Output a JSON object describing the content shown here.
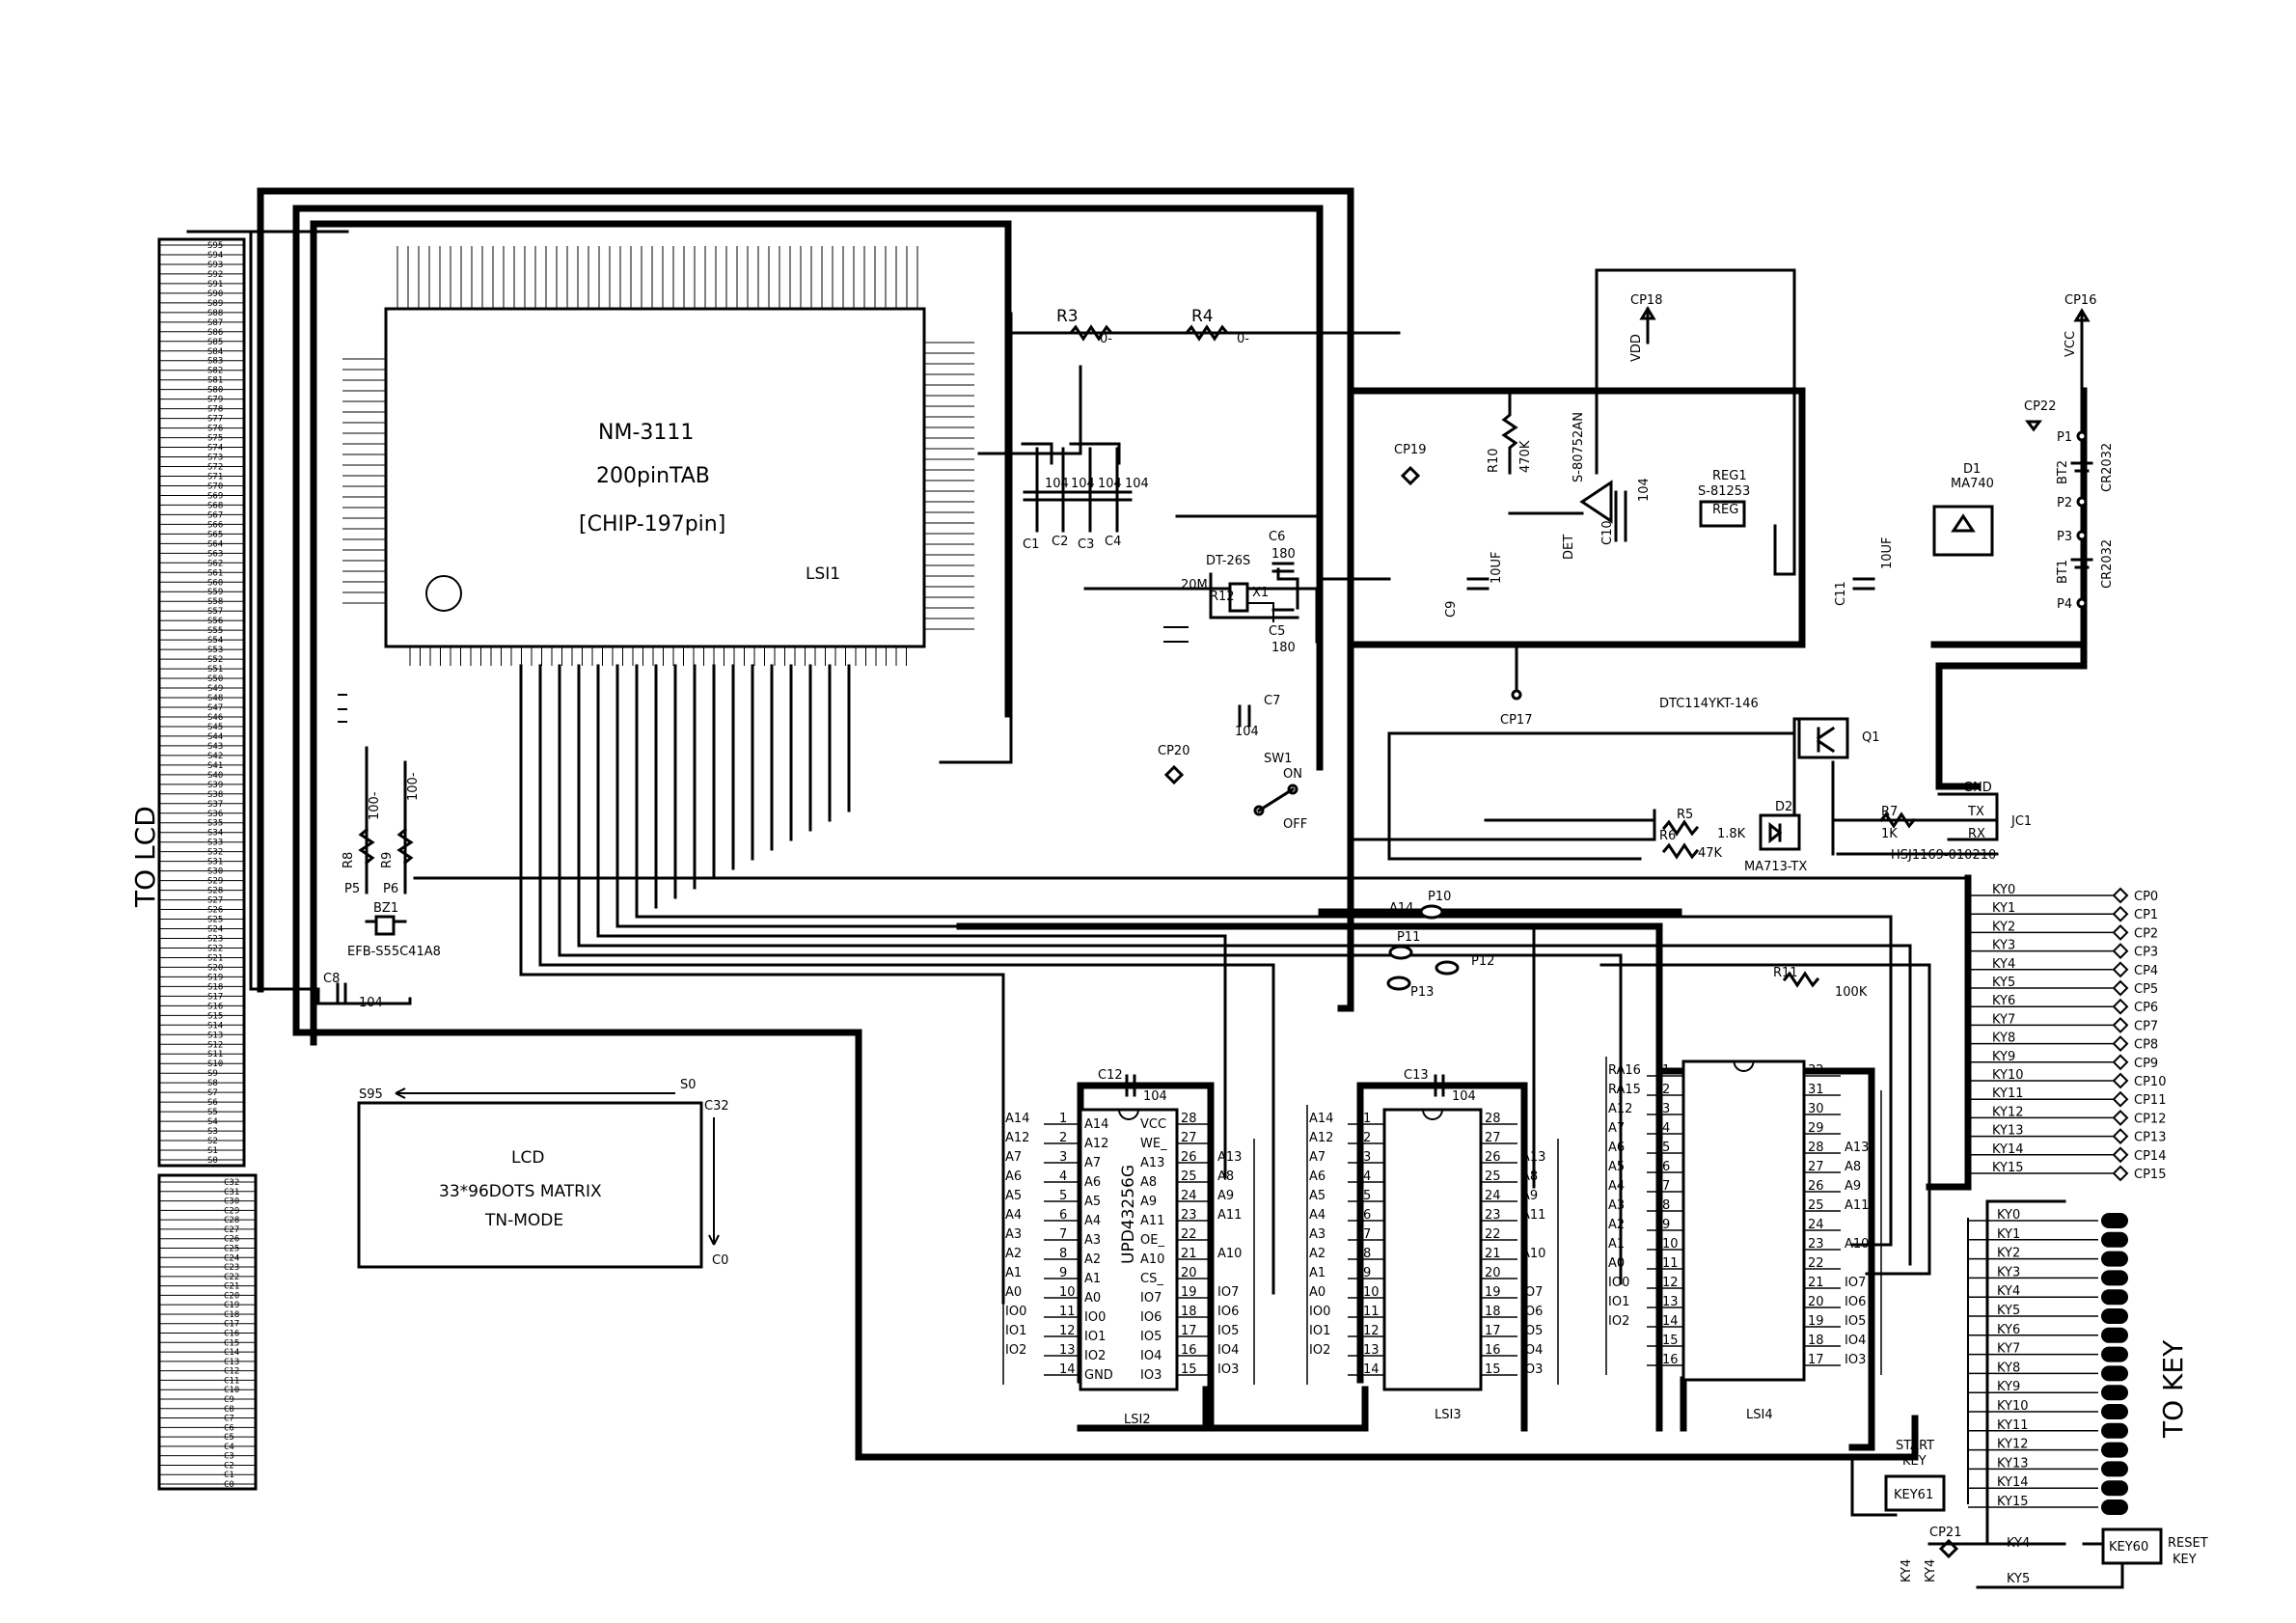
{
  "chip": {
    "name": "NM-3111",
    "package": "200pinTAB",
    "chip_pins": "[CHIP-197pin]",
    "ref": "LSI1"
  },
  "edge_labels": {
    "to_lcd": "TO LCD",
    "to_key": "TO KEY"
  },
  "lcd_box": {
    "line1": "LCD",
    "line2": "33*96DOTS MATRIX",
    "line3": "TN-MODE",
    "s95": "S95",
    "s0": "S0",
    "c32": "C32",
    "c0": "C0"
  },
  "components": {
    "r3": "R3",
    "r3_val": "0-",
    "r4": "R4",
    "r4_val": "0-",
    "c1": "C1",
    "c2": "C2",
    "c3": "C3",
    "c4": "C4",
    "c_val": "104",
    "c6": "C6",
    "c6_val": "180",
    "c5": "C5",
    "c5_val": "180",
    "dt": "DT-26S",
    "r12": "R12",
    "r12_val": "20M",
    "x1": "X1",
    "c7": "C7",
    "c7_val": "104",
    "cp19": "CP19",
    "cp18": "CP18",
    "vdd": "VDD",
    "cp16": "CP16",
    "vcc": "VCC",
    "cp22": "CP22",
    "cp17": "CP17",
    "cp20": "CP20",
    "cp21": "CP21",
    "r10": "R10",
    "r10_val": "470K",
    "det_part": "S-80752AN",
    "det": "DET",
    "c10": "C10",
    "c10_val": "104",
    "reg1": "REG1",
    "reg1_part": "S-81253",
    "reg_tag": "REG",
    "c9": "C9",
    "c9_val": "10UF",
    "c11": "C11",
    "c11_val": "10UF",
    "d1": "D1",
    "d1_part": "MA740",
    "bt1": "BT1",
    "bt2": "BT2",
    "cr2032": "CR2032",
    "p1": "P1",
    "p2": "P2",
    "p3": "P3",
    "p4": "P4",
    "q1_part": "DTC114YKT-146",
    "q1": "Q1",
    "sw1": "SW1",
    "on": "ON",
    "off": "OFF",
    "r5": "R5",
    "r5_val": "1.8K",
    "r6": "R6",
    "r6_val": "47K",
    "d2": "D2",
    "d2_part": "MA713-TX",
    "r7": "R7",
    "r7_val": "1K",
    "jc1": "JC1",
    "jc1_part": "HSJ1169-010210",
    "gnd": "GND",
    "tx": "TX",
    "rx": "RX",
    "r8": "R8",
    "r9": "R9",
    "r89_val": "100-",
    "p5": "P5",
    "p6": "P6",
    "bz1": "BZ1",
    "bz1_part": "EFB-S55C41A8",
    "c8": "C8",
    "c8_val": "104",
    "p10": "P10",
    "p11": "P11",
    "p12": "P12",
    "p13": "P13",
    "a14": "A14",
    "r11": "R11",
    "r11_val": "100K",
    "c12": "C12",
    "c12_val": "104",
    "c13": "C13",
    "c13_val": "104",
    "start_key_1": "START",
    "start_key_2": "KEY",
    "key61": "KEY61",
    "key60": "KEY60",
    "reset_key_1": "RESET",
    "reset_key_2": "KEY",
    "ky4": "KY4",
    "ky5": "KY5"
  },
  "memories": [
    {
      "ref": "LSI2",
      "part": "UPD43256G",
      "left_sig": [
        "A14",
        "A12",
        "A7",
        "A6",
        "A5",
        "A4",
        "A3",
        "A2",
        "A1",
        "A0",
        "IO0",
        "IO1",
        "IO2",
        "GND"
      ],
      "left_pin": [
        "1",
        "2",
        "3",
        "4",
        "5",
        "6",
        "7",
        "8",
        "9",
        "10",
        "11",
        "12",
        "13",
        "14"
      ],
      "right_sig": [
        "VCC",
        "WE_",
        "A13",
        "A8",
        "A9",
        "A11",
        "OE_",
        "A10",
        "CS_",
        "IO7",
        "IO6",
        "IO5",
        "IO4",
        "IO3"
      ],
      "right_pin": [
        "28",
        "27",
        "26",
        "25",
        "24",
        "23",
        "22",
        "21",
        "20",
        "19",
        "18",
        "17",
        "16",
        "15"
      ],
      "ext_left": [
        "A14",
        "A12",
        "A7",
        "A6",
        "A5",
        "A4",
        "A3",
        "A2",
        "A1",
        "A0",
        "IO0",
        "IO1",
        "IO2",
        ""
      ],
      "ext_right": [
        "",
        "",
        "A13",
        "A8",
        "A9",
        "A11",
        "",
        "A10",
        "",
        "IO7",
        "IO6",
        "IO5",
        "IO4",
        "IO3"
      ]
    },
    {
      "ref": "LSI3",
      "part": "",
      "left_sig": [
        "",
        "",
        "",
        "",
        "",
        "",
        "",
        "",
        "",
        "",
        "",
        "",
        "",
        ""
      ],
      "left_pin": [
        "1",
        "2",
        "3",
        "4",
        "5",
        "6",
        "7",
        "8",
        "9",
        "10",
        "11",
        "12",
        "13",
        "14"
      ],
      "right_sig": [
        "",
        "",
        "",
        "",
        "",
        "",
        "",
        "",
        "",
        "",
        "",
        "",
        "",
        ""
      ],
      "right_pin": [
        "28",
        "27",
        "26",
        "25",
        "24",
        "23",
        "22",
        "21",
        "20",
        "19",
        "18",
        "17",
        "16",
        "15"
      ],
      "ext_left": [
        "A14",
        "A12",
        "A7",
        "A6",
        "A5",
        "A4",
        "A3",
        "A2",
        "A1",
        "A0",
        "IO0",
        "IO1",
        "IO2",
        ""
      ],
      "ext_right": [
        "",
        "",
        "A13",
        "A8",
        "A9",
        "A11",
        "",
        "A10",
        "",
        "IO7",
        "IO6",
        "IO5",
        "IO4",
        "IO3"
      ]
    },
    {
      "ref": "LSI4",
      "part": "",
      "left_sig": [
        "",
        "",
        "",
        "",
        "",
        "",
        "",
        "",
        "",
        "",
        "",
        "",
        "",
        "",
        "",
        ""
      ],
      "left_pin": [
        "1",
        "2",
        "3",
        "4",
        "5",
        "6",
        "7",
        "8",
        "9",
        "10",
        "11",
        "12",
        "13",
        "14",
        "15",
        "16"
      ],
      "right_sig": [
        "",
        "",
        "",
        "",
        "",
        "",
        "",
        "",
        "",
        "",
        "",
        "",
        "",
        "",
        "",
        ""
      ],
      "right_pin": [
        "32",
        "31",
        "30",
        "29",
        "28",
        "27",
        "26",
        "25",
        "24",
        "23",
        "22",
        "21",
        "20",
        "19",
        "18",
        "17"
      ],
      "ext_left": [
        "RA16",
        "RA15",
        "A12",
        "A7",
        "A6",
        "A5",
        "A4",
        "A3",
        "A2",
        "A1",
        "A0",
        "IO0",
        "IO1",
        "IO2",
        "",
        ""
      ],
      "ext_right": [
        "",
        "",
        "",
        "",
        "A13",
        "A8",
        "A9",
        "A11",
        "",
        "A10",
        "",
        "IO7",
        "IO6",
        "IO5",
        "IO4",
        "IO3"
      ]
    }
  ],
  "ky_lines": [
    "KY0",
    "KY1",
    "KY2",
    "KY3",
    "KY4",
    "KY5",
    "KY6",
    "KY7",
    "KY8",
    "KY9",
    "KY10",
    "KY11",
    "KY12",
    "KY13",
    "KY14",
    "KY15"
  ],
  "cp_lines": [
    "CP0",
    "CP1",
    "CP2",
    "CP3",
    "CP4",
    "CP5",
    "CP6",
    "CP7",
    "CP8",
    "CP9",
    "CP10",
    "CP11",
    "CP12",
    "CP13",
    "CP14",
    "CP15"
  ],
  "key_lines": [
    "KY0",
    "KY1",
    "KY2",
    "KY3",
    "KY4",
    "KY5",
    "KY6",
    "KY7",
    "KY8",
    "KY9",
    "KY10",
    "KY11",
    "KY12",
    "KY13",
    "KY14",
    "KY15"
  ],
  "lcd_segments": [
    "S95",
    "S94",
    "S93",
    "S92",
    "S91",
    "S90",
    "S89",
    "S88",
    "S87",
    "S86",
    "S85",
    "S84",
    "S83",
    "S82",
    "S81",
    "S80",
    "S79",
    "S78",
    "S77",
    "S76",
    "S75",
    "S74",
    "S73",
    "S72",
    "S71",
    "S70",
    "S69",
    "S68",
    "S67",
    "S66",
    "S65",
    "S64",
    "S63",
    "S62",
    "S61",
    "S60",
    "S59",
    "S58",
    "S57",
    "S56",
    "S55",
    "S54",
    "S53",
    "S52",
    "S51",
    "S50",
    "S49",
    "S48",
    "S47",
    "S46",
    "S45",
    "S44",
    "S43",
    "S42",
    "S41",
    "S40",
    "S39",
    "S38",
    "S37",
    "S36",
    "S35",
    "S34",
    "S33",
    "S32",
    "S31",
    "S30",
    "S29",
    "S28",
    "S27",
    "S26",
    "S25",
    "S24",
    "S23",
    "S22",
    "S21",
    "S20",
    "S19",
    "S18",
    "S17",
    "S16",
    "S15",
    "S14",
    "S13",
    "S12",
    "S11",
    "S10",
    "S9",
    "S8",
    "S7",
    "S6",
    "S5",
    "S4",
    "S3",
    "S2",
    "S1",
    "S0"
  ],
  "lcd_commons": [
    "C32",
    "C31",
    "C30",
    "C29",
    "C28",
    "C27",
    "C26",
    "C25",
    "C24",
    "C23",
    "C22",
    "C21",
    "C20",
    "C19",
    "C18",
    "C17",
    "C16",
    "C15",
    "C14",
    "C13",
    "C12",
    "C11",
    "C10",
    "C9",
    "C8",
    "C7",
    "C6",
    "C5",
    "C4",
    "C3",
    "C2",
    "C1",
    "C0"
  ]
}
